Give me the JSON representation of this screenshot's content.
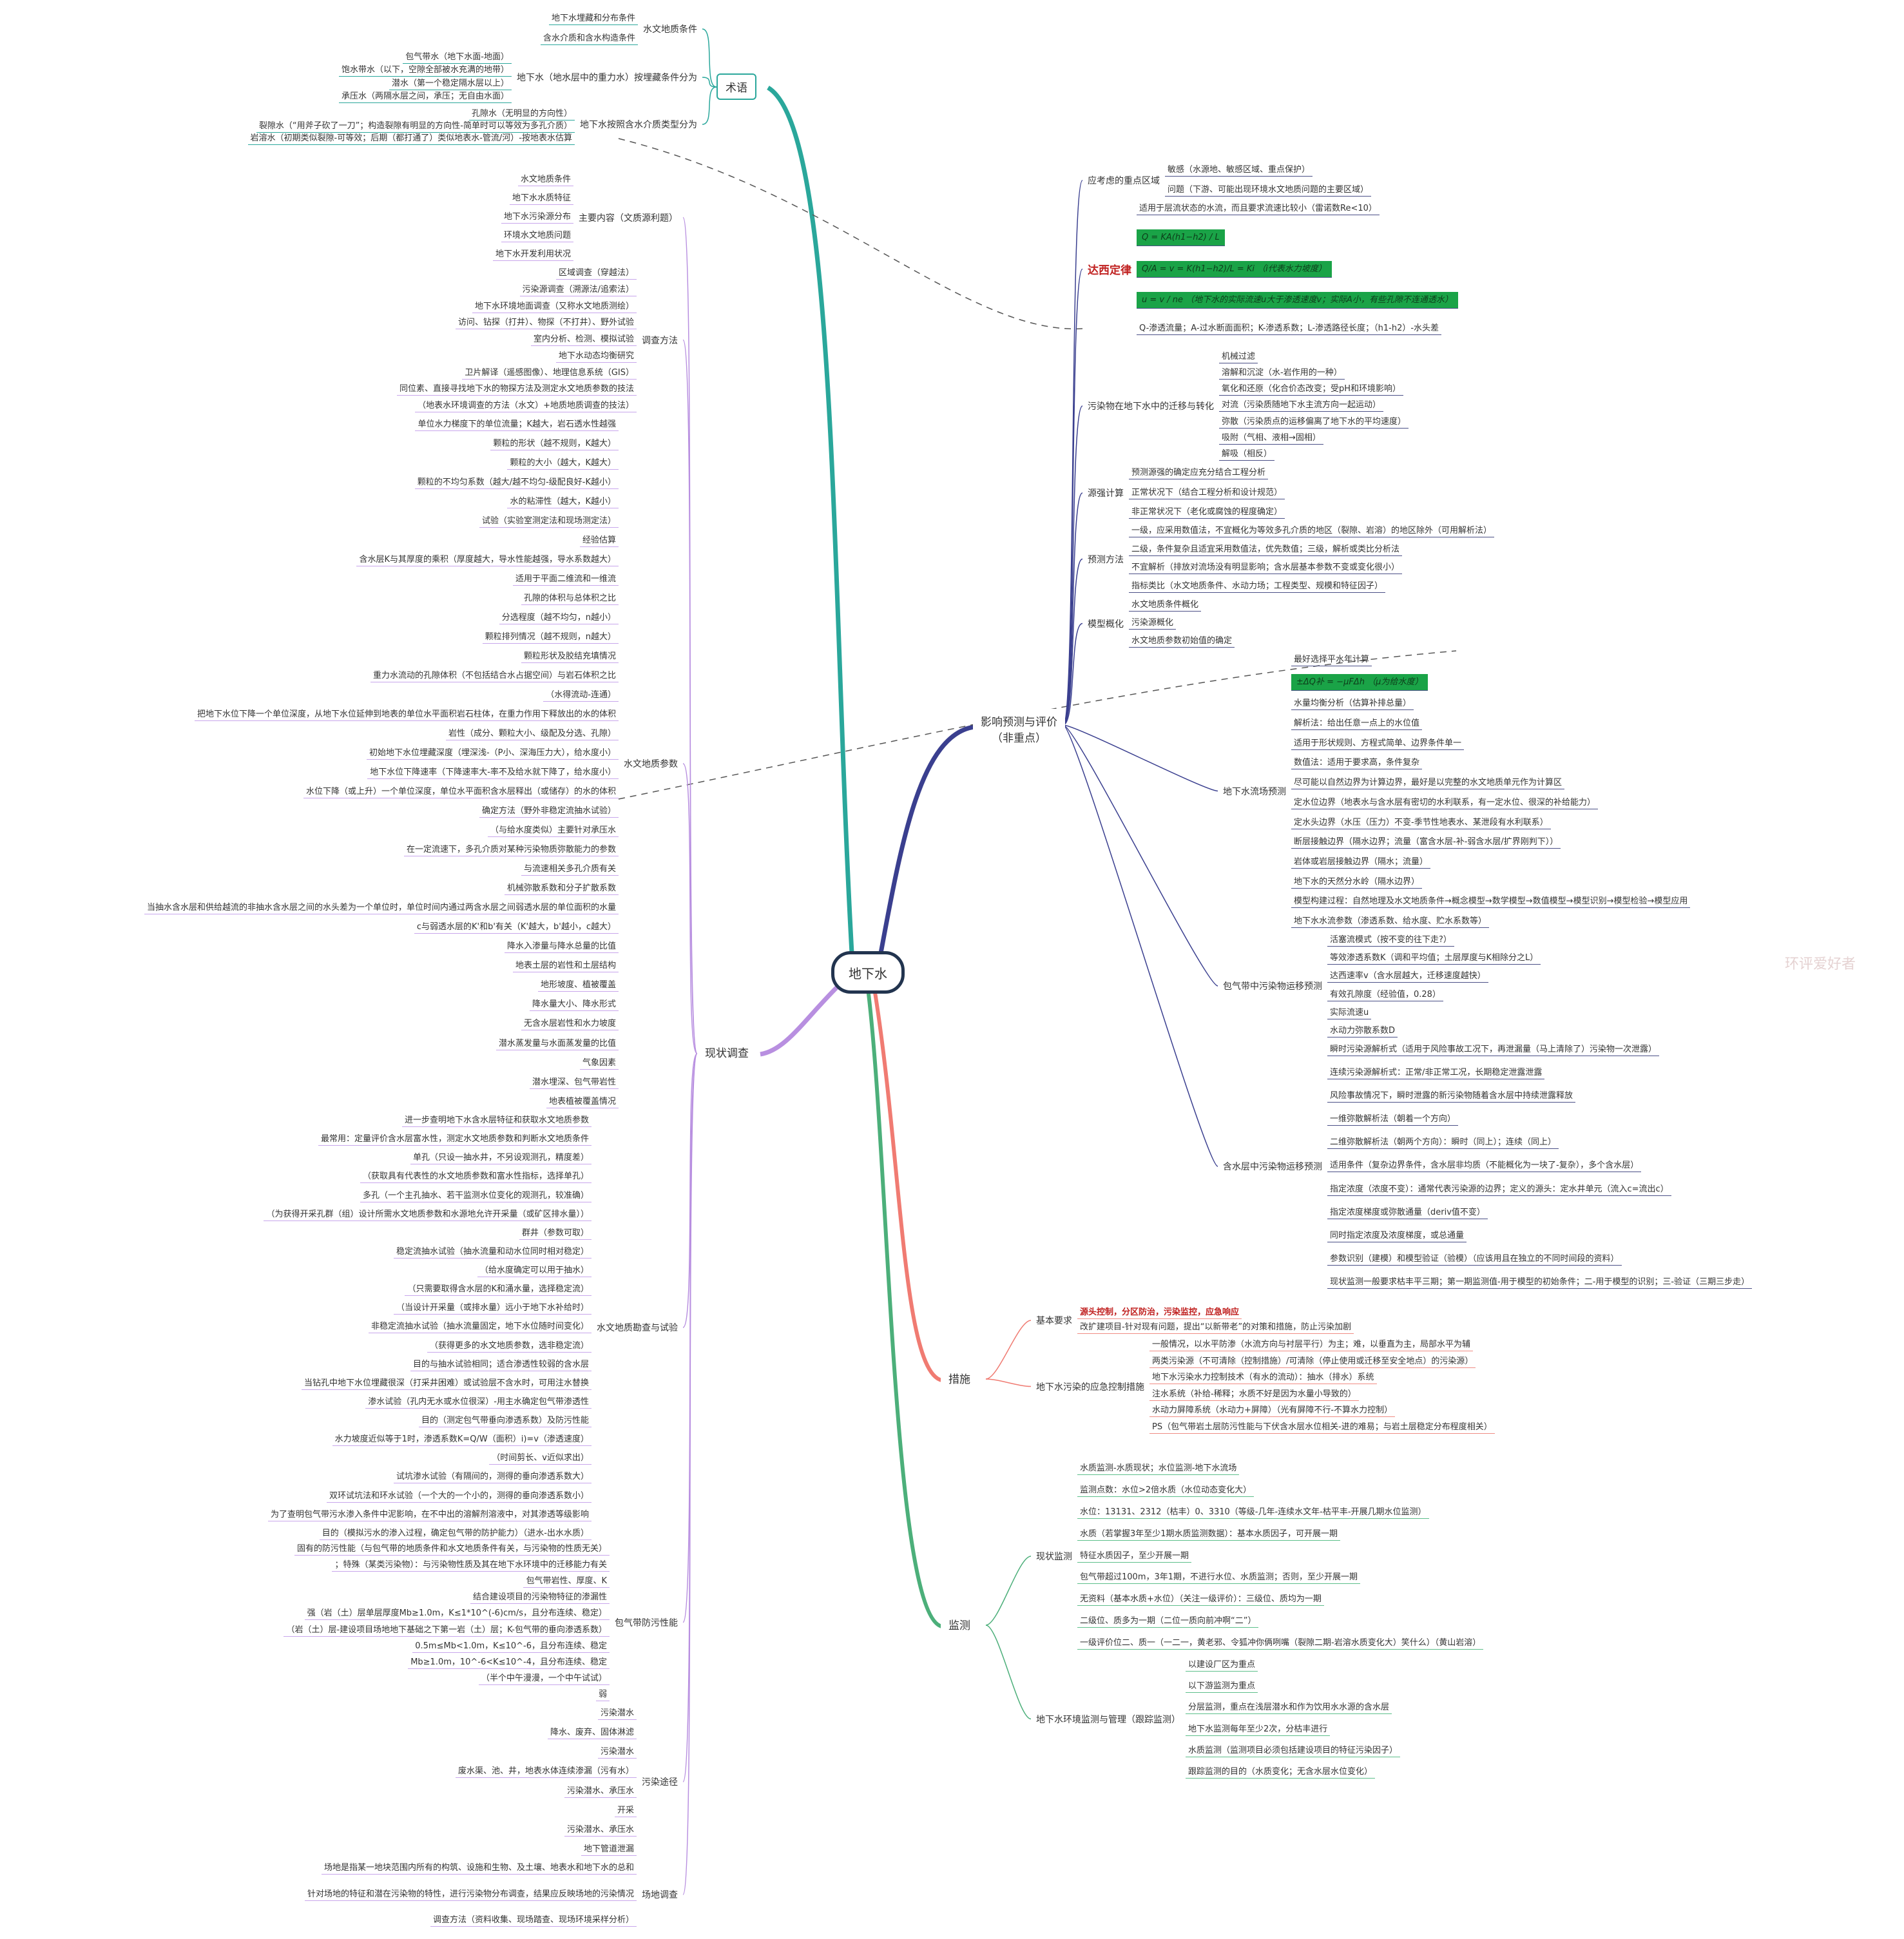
{
  "center": "地下水",
  "colors": {
    "terms": "#2aa79b",
    "survey": "#b88fe0",
    "predict": "#3a3f8f",
    "measures": "#f07b72",
    "monitor": "#4caf7a"
  },
  "main": {
    "terms": "术语",
    "survey": "现状调查",
    "predict": "影响预测与评价\n（非重点）",
    "measures": "措施",
    "monitor": "监测"
  },
  "groups": {
    "l1": {
      "label": "水文地质条件",
      "items": [
        "地下水埋藏和分布条件",
        "含水介质和含水构造条件"
      ]
    },
    "l2": {
      "label": "地下水（地水层中的重力水）按埋藏条件分为",
      "items": [
        "包气带水（地下水面-地面）",
        "饱水带水（以下，空隙全部被水充满的地带）",
        "潜水（第一个稳定隔水层以上）",
        "承压水（两隔水层之间，承压；无自由水面）"
      ]
    },
    "l3": {
      "label": "地下水按照含水介质类型分为",
      "items": [
        "孔隙水（无明显的方向性）",
        "裂隙水（“用斧子砍了一刀”；构造裂隙有明显的方向性-简单时可以等效为多孔介质）",
        "岩溶水（初期类似裂隙-可等效；后期（都打通了）类似地表水-管流/河）-按地表水估算"
      ]
    },
    "l4": {
      "label": "主要内容（文质源利题）",
      "items": [
        "水文地质条件",
        "地下水水质特征",
        "地下水污染源分布",
        "环境水文地质问题",
        "地下水开发利用状况"
      ]
    },
    "l5": {
      "label": "调查方法",
      "items": [
        "区域调查（穿越法）",
        "污染源调查（溯源法/追索法）",
        "地下水环境地面调查（又称水文地质测绘）",
        "访问、钻探（打井）、物探（不打井）、野外试验",
        "室内分析、检测、模拟试验",
        "地下水动态均衡研究",
        "卫片解译（遥感图像）、地理信息系统（GIS）",
        "同位素、直接寻找地下水的物探方法及测定水文地质参数的技法",
        "（地表水环境调查的方法（水文）+地质地质调查的技法）"
      ]
    },
    "l6": {
      "label": "水文地质参数",
      "items": [
        "单位水力梯度下的单位流量；K越大，岩石透水性越强",
        "颗粒的形状（越不规则，K越大）",
        "颗粒的大小（越大，K越大）",
        "颗粒的不均匀系数（越大/越不均匀-级配良好-K越小）",
        "水的粘滞性（越大，K越小）",
        "试验（实验室测定法和现场测定法）",
        "经验估算",
        "含水层K与其厚度的乘积（厚度越大，导水性能越强，导水系数越大）",
        "适用于平面二维流和一维流",
        "孔隙的体积与总体积之比",
        "分选程度（越不均匀，n越小）",
        "颗粒排列情况（越不规则，n越大）",
        "颗粒形状及胶结充填情况",
        "重力水流动的孔隙体积（不包括结合水占据空间）与岩石体积之比",
        "（水得流动-连通）",
        "把地下水位下降一个单位深度，从地下水位延伸到地表的单位水平面积岩石柱体，在重力作用下释放出的水的体积",
        "岩性（成分、颗粒大小、级配及分选、孔隙）",
        "初始地下水位埋藏深度（埋深浅-（P小、深海压力大），给水度小）",
        "地下水位下降速率（下降速率大-率不及给水就下降了，给水度小）",
        "水位下降（或上升）一个单位深度，单位水平面积含水层释出（或储存）的水的体积",
        "确定方法（野外非稳定流抽水试验）",
        "（与给水度类似）主要针对承压水",
        "在一定流速下，多孔介质对某种污染物质弥散能力的参数",
        "与流速相关多孔介质有关",
        "机械弥散系数和分子扩散系数",
        "当抽水含水层和供给越流的非抽水含水层之间的水头差为一个单位时，单位时间内通过两含水层之间弱透水层的单位面积的水量",
        "c与弱透水层的K'和b'有关（K'越大，b'越小，c越大）",
        "降水入渗量与降水总量的比值",
        "地表土层的岩性和土层结构",
        "地形坡度、植被覆盖",
        "降水量大小、降水形式",
        "无含水层岩性和水力坡度",
        "潜水蒸发量与水面蒸发量的比值",
        "气象因素",
        "潜水埋深、包气带岩性",
        "地表植被覆盖情况"
      ]
    },
    "l7": {
      "label": "水文地质勘查与试验",
      "items": [
        "进一步查明地下水含水层特征和获取水文地质参数",
        "最常用：定量评价含水层富水性，测定水文地质参数和判断水文地质条件",
        "单孔（只设一抽水井，不另设观测孔，精度差）",
        "（获取具有代表性的水文地质参数和富水性指标，选择单孔）",
        "多孔（一个主孔抽水、若干监测水位变化的观测孔，较准确）",
        "（为获得开采孔群（组）设计所需水文地质参数和水源地允许开采量（或矿区排水量））",
        "群井（参数可取）",
        "稳定流抽水试验（抽水流量和动水位同时相对稳定）",
        "（给水度确定可以用于抽水）",
        "（只需要取得含水层的K和涌水量，选择稳定流）",
        "（当设计开采量（或排水量）远小于地下水补给时）",
        "非稳定流抽水试验（抽水流量固定，地下水位随时间变化）",
        "（获得更多的水文地质参数，选非稳定流）",
        "目的与抽水试验相同；适合渗透性较弱的含水层",
        "当钻孔中地下水位埋藏很深（打采井困难）或试验层不含水时，可用注水替换",
        "渗水试验（孔内无水或水位很深）-用主水确定包气带渗透性",
        "目的（测定包气带垂向渗透系数）及防污性能",
        "水力坡度近似等于1时，渗透系数K=Q/W（面积）i)=v（渗透速度）",
        "（时间剪长、v近似求出）",
        "试坑渗水试验（有隔间的，测得的垂向渗透系数大）",
        "双环试坑法和环水试验（一个大的一个小的，测得的垂向渗透系数小）",
        "为了查明包气带污水渗入条件中泥影响，在不中出的溶解剂溶液中，对其渗透等级影响",
        "目的（模拟污水的渗入过程，确定包气带的防护能力）（进水-出水水质）"
      ]
    },
    "l8": {
      "label": "包气带防污性能",
      "items": [
        "固有的防污性能（与包气带的地质条件和水文地质条件有关，与污染物的性质无关）",
        "；特殊（某类污染物）：与污染物性质及其在地下水环境中的迁移能力有关",
        "包气带岩性、厚度、K",
        "结合建设项目的污染物特征的渗漏性",
        "强（岩（土）层单层厚度Mb≥1.0m，K≤1*10^(-6)cm/s，且分布连续、稳定）",
        "（岩（土）层-建设项目场地地下基础之下第一岩（土）层；K-包气带的垂向渗透系数）",
        "0.5m≤Mb<1.0m，K≤10^-6，且分布连续、稳定",
        "Mb≥1.0m，10^-6<K≤10^-4，且分布连续、稳定",
        "（半个中午漫漫，一个中午试试）",
        "弱"
      ]
    },
    "l9": {
      "label": "污染途径",
      "items": [
        "污染潜水",
        "降水、废弃、固体淋滤",
        "污染潜水",
        "废水渠、池、井，地表水体连续渗漏（污有水）",
        "污染潜水、承压水",
        "开采",
        "污染潜水、承压水",
        "地下管道泄漏"
      ]
    },
    "l10": {
      "label": "场地调查",
      "items": [
        "场地是指某一地块范围内所有的构筑、设施和生物、及土壤、地表水和地下水的总和",
        "针对场地的特征和潜在污染物的特性，进行污染物分布调查，结果应反映场地的污染情况",
        "调查方法（资料收集、现场踏查、现场环境采样分析）"
      ]
    },
    "r1": {
      "label": "应考虑的重点区域",
      "items": [
        "敏感（水源地、敏感区域、重点保护）",
        "问题（下游、可能出现环境水文地质问题的主要区域）"
      ]
    },
    "r2": {
      "label": "达西定律",
      "items": [
        "适用于层流状态的水流，而且要求流速比较小（雷诺数Re<10）",
        "Q = KA(h1−h2) / L",
        "Q/A = v = K(h1−h2)/L = Ki （i代表水力坡度）",
        "u = v / ne （地下水的实际流速u大于渗透速度v；实际A小，有些孔隙不连通透水）",
        "Q-渗透流量；A-过水断面面积；K-渗透系数；L-渗透路径长度；（h1-h2）-水头差"
      ]
    },
    "r3": {
      "label": "污染物在地下水中的迁移与转化",
      "items": [
        "机械过滤",
        "溶解和沉淀（水-岩作用的一种）",
        "氧化和还原（化合价态改变；受pH和环境影响）",
        "对流（污染质随地下水主流方向一起运动）",
        "弥散（污染质点的运移偏离了地下水的平均速度）",
        "吸附（气相、液相→固相）",
        "解吸（相反）"
      ]
    },
    "r4": {
      "label": "源强计算",
      "items": [
        "预测源强的确定应充分结合工程分析",
        "正常状况下（结合工程分析和设计规范）",
        "非正常状况下（老化或腐蚀的程度确定）"
      ]
    },
    "r5": {
      "label": "预测方法",
      "items": [
        "一级，应采用数值法，不宜概化为等效多孔介质的地区（裂隙、岩溶）的地区除外（可用解析法）",
        "二级，条件复杂且适宜采用数值法，优先数值；三级，解析或类比分析法",
        "不宜解析（排放对流场没有明显影响；含水层基本参数不变或变化很小）",
        "指标类比（水文地质条件、水动力场；工程类型、规模和特征因子）"
      ]
    },
    "r6": {
      "label": "模型概化",
      "items": [
        "水文地质条件概化",
        "污染源概化",
        "水文地质参数初始值的确定"
      ]
    },
    "r7": {
      "label": "地下水流场预测",
      "items": [
        "最好选择平水年计算",
        "±ΔQ补 = −μFΔh （μ为给水度）",
        "水量均衡分析（估算补排总量）",
        "解析法：给出任意一点上的水位值",
        "适用于形状规则、方程式简单、边界条件单一",
        "数值法：适用于要求高，条件复杂",
        "尽可能以自然边界为计算边界，最好是以完整的水文地质单元作为计算区",
        "定水位边界（地表水与含水层有密切的水利联系，有一定水位、很深的补给能力）",
        "定水头边界（水压（压力）不变-季节性地表水、某泄段有水利联系）",
        "断层接触边界（隔水边界；流量（富含水层-补-弱含水层/扩界刚判下））",
        "岩体或岩层接触边界（隔水；流量）",
        "地下水的天然分水岭（隔水边界）",
        "模型构建过程：自然地理及水文地质条件→概念模型→数学模型→数值模型→模型识别→模型检验→模型应用",
        "地下水水流参数（渗透系数、给水度、贮水系数等）"
      ]
    },
    "r8": {
      "label": "包气带中污染物运移预测",
      "items": [
        "活塞流模式（按不变的往下走?）",
        "等效渗透系数K（调和平均值；土层厚度与K相除分之L）",
        "达西速率v（含水层越大，迁移速度越快）",
        "有效孔隙度（经验值，0.28）",
        "实际流速u",
        "水动力弥散系数D"
      ]
    },
    "r9": {
      "label": "含水层中污染物运移预测",
      "items": [
        "瞬时污染源解析式（适用于风险事故工况下，再泄漏量（马上清除了）污染物一次泄露）",
        "连续污染源解析式：正常/非正常工况，长期稳定泄露泄露",
        "风险事故情况下，瞬时泄露的新污染物随着含水层中持续泄露释放",
        "一维弥散解析法（朝着一个方向）",
        "二维弥散解析法（朝两个方向）：瞬时（同上）；连续（同上）",
        "适用条件（复杂边界条件，含水层非均质（不能概化为一块了-复杂），多个含水层）",
        "指定浓度（浓度不变）：通常代表污染源的边界；定义的源头：定水井单元（流入c=流出c）",
        "指定浓度梯度或弥散通量（deriv值不变）",
        "同时指定浓度及浓度梯度，或总通量",
        "参数识别（建模）和模型验证（验模）（应该用且在独立的不同时间段的资料）",
        "现状监测一般要求枯丰平三期；第一期监测值-用于模型的初始条件；二-用于模型的识别；三-验证（三期三步走）"
      ]
    },
    "m1": {
      "label": "基本要求",
      "items": [
        "源头控制，分区防治，污染监控，应急响应",
        "改扩建项目-针对现有问题，提出“以新带老”的对策和措施，防止污染加剧"
      ]
    },
    "m2": {
      "label": "地下水污染的应急控制措施",
      "items": [
        "一般情况，以水平防渗（水流方向与衬层平行）为主；难，以垂直为主，局部水平为辅",
        "两类污染源（不可清除（控制措施）/可清除（停止使用或迁移至安全地点）的污染源）",
        "地下水污染水力控制技术（有水的流动）：抽水（排水）系统",
        "注水系统（补给-稀释；水质不好是因为水量小导致的）",
        "水动力屏障系统（水动力+屏障）（光有屏障不行-不算水力控制）",
        "PS（包气带岩土层防污性能与下伏含水层水位相关-进的难易；与岩土层稳定分布程度相关）"
      ]
    },
    "n1": {
      "label": "现状监测",
      "items": [
        "水质监测-水质现状；水位监测-地下水流场",
        "监测点数：水位>2倍水质（水位动态变化大）",
        "水位：13131、2312（枯丰）0、3310（等级-几年-连续水文年-枯平丰-开展几期水位监测）",
        "水质（若掌握3年至少1期水质监测数据）：基本水质因子，可开展一期",
        "特征水质因子，至少开展一期",
        "包气带超过100m，3年1期，不进行水位、水质监测；否则，至少开展一期",
        "无资料（基本水质+水位）（关注一级评价）：三级位、质均为一期",
        "二级位、质多为一期（二位一质向前冲啊“二”）",
        "一级评价位二、质一（一二一，黄老邪、令狐冲你俩咧嘴（裂隙二期-岩溶水质变化大）笑什么）（黄山岩溶）"
      ]
    },
    "n2": {
      "label": "地下水环境监测与管理（跟踪监测）",
      "items": [
        "以建设厂区为重点",
        "以下游监测为重点",
        "分层监测，重点在浅层潜水和作为饮用水水源的含水层",
        "地下水监测每年至少2次，分枯丰进行",
        "水质监测（监测项目必须包括建设项目的特征污染因子）",
        "跟踪监测的目的（水质变化；无含水层水位变化）"
      ]
    }
  },
  "watermark": "环评爱好者"
}
